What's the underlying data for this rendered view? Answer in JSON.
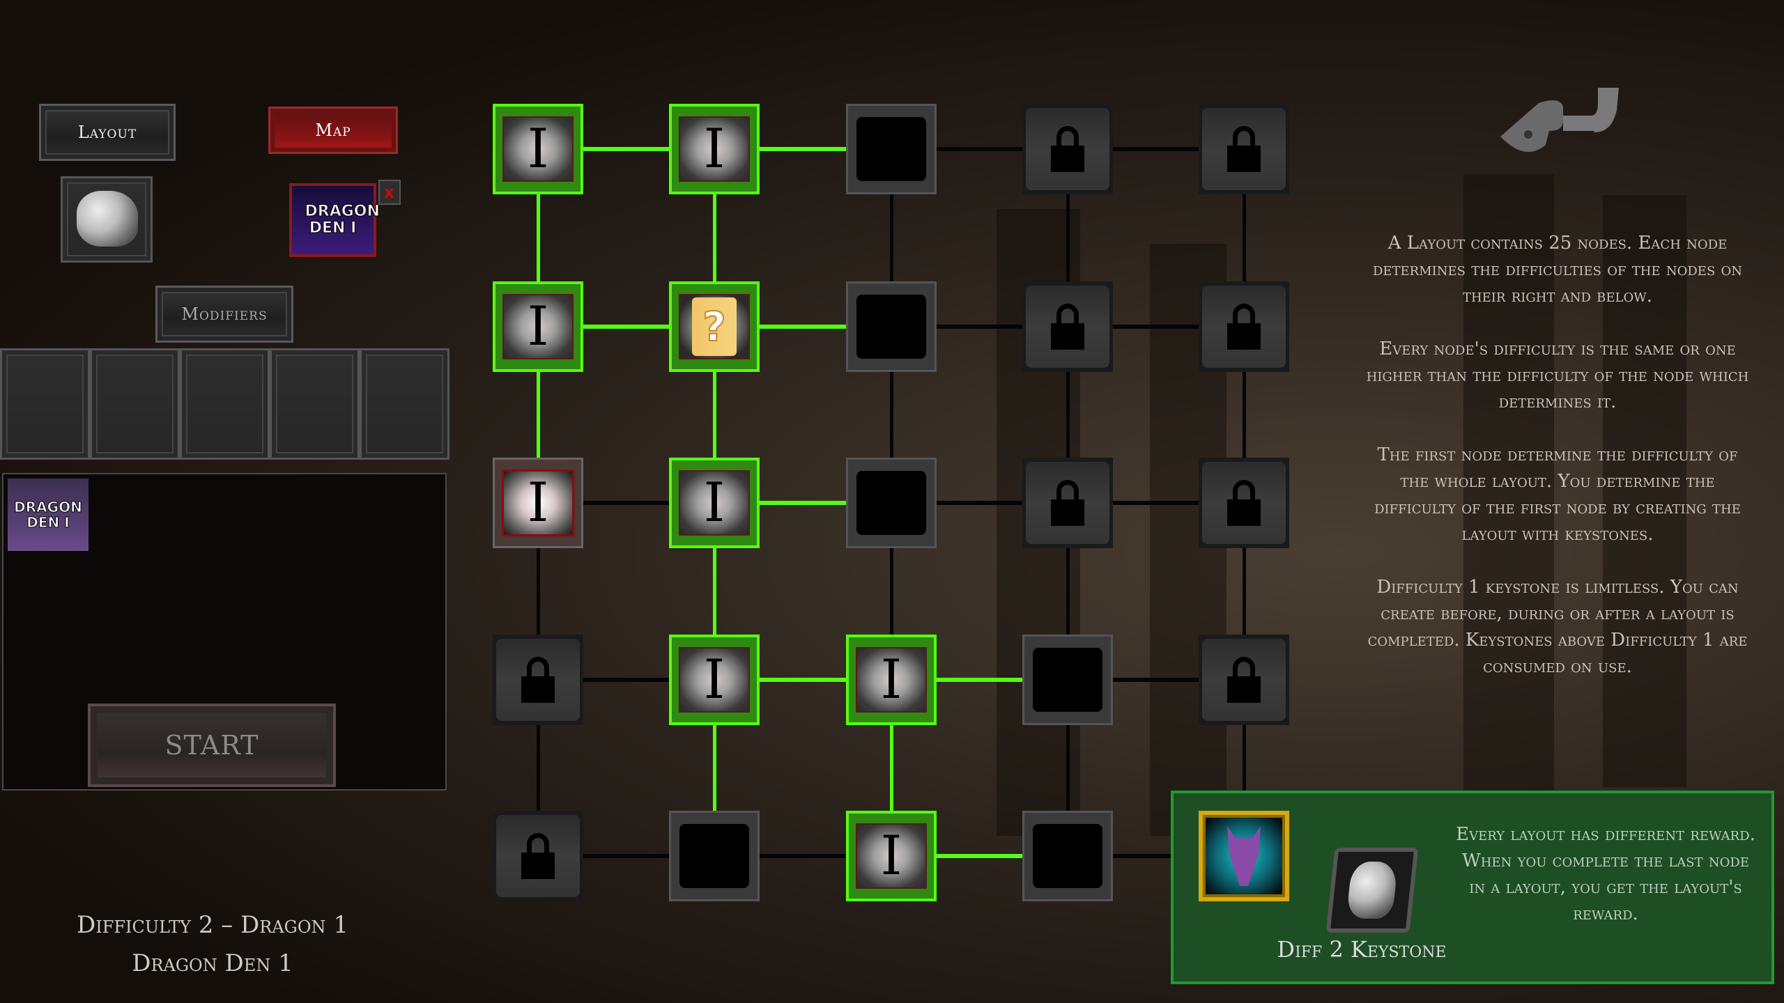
{
  "header": {
    "layout_button": "Layout",
    "map_button": "Map",
    "back_icon": "ornate-back-arrow-icon"
  },
  "selection": {
    "keystone_slot_icon": "keystone-icon",
    "map_item_label": "DRAGON DEN I",
    "remove_icon": "x",
    "modifiers_button": "Modifiers",
    "modifier_slots": [
      "",
      "",
      "",
      "",
      ""
    ]
  },
  "inventory": {
    "items": [
      {
        "label": "DRAGON DEN I",
        "icon": "scroll-icon"
      }
    ]
  },
  "start": {
    "button_label": "START",
    "difficulty_line": "Difficulty 2 – Dragon 1",
    "map_name_line": "Dragon Den 1"
  },
  "grid": {
    "rows": [
      [
        {
          "state": "done",
          "label": "I"
        },
        {
          "state": "done",
          "label": "I"
        },
        {
          "state": "empty"
        },
        {
          "state": "locked"
        },
        {
          "state": "locked"
        }
      ],
      [
        {
          "state": "done",
          "label": "I"
        },
        {
          "state": "mystery",
          "label": "?"
        },
        {
          "state": "empty"
        },
        {
          "state": "locked"
        },
        {
          "state": "locked"
        }
      ],
      [
        {
          "state": "active",
          "label": "I"
        },
        {
          "state": "done",
          "label": "I"
        },
        {
          "state": "empty"
        },
        {
          "state": "locked"
        },
        {
          "state": "locked"
        }
      ],
      [
        {
          "state": "locked"
        },
        {
          "state": "done",
          "label": "I"
        },
        {
          "state": "done",
          "label": "I"
        },
        {
          "state": "empty"
        },
        {
          "state": "locked"
        }
      ],
      [
        {
          "state": "locked"
        },
        {
          "state": "empty"
        },
        {
          "state": "done",
          "label": "I"
        },
        {
          "state": "empty"
        },
        {
          "state": "boss",
          "icon": "dragon-head-icon"
        }
      ]
    ],
    "h_edges_completed": [
      [
        true,
        true,
        false,
        false
      ],
      [
        true,
        true,
        false,
        false
      ],
      [
        false,
        true,
        false,
        false
      ],
      [
        false,
        true,
        true,
        false
      ],
      [
        false,
        false,
        true,
        false
      ]
    ],
    "v_edges_completed": [
      [
        true,
        true,
        false,
        false,
        false
      ],
      [
        true,
        true,
        false,
        false,
        false
      ],
      [
        false,
        true,
        false,
        false,
        false
      ],
      [
        false,
        true,
        true,
        false,
        false
      ]
    ],
    "colors": {
      "completed": "#55ff12",
      "pending": "#050505"
    }
  },
  "info": {
    "paragraphs": [
      "A Layout contains 25 nodes. Each node determines the difficulties of the nodes on their right and below.",
      "Every node's difficulty is the same or one higher than the difficulty of the node which determines it.",
      "The first node determine the difficulty of the whole layout. You determine the difficulty of the first node by creating the layout with keystones.",
      "Difficulty 1 keystone is limitless. You can create before, during or after a layout is completed. Keystones above Difficulty 1 are consumed on use."
    ]
  },
  "reward": {
    "item_name": "Diff 2 Keystone",
    "description": "Every layout has different reward. When you complete the last node in a layout, you get the layout's reward.",
    "panel_color": "#1d4e24",
    "border_color": "#1f9a33"
  }
}
